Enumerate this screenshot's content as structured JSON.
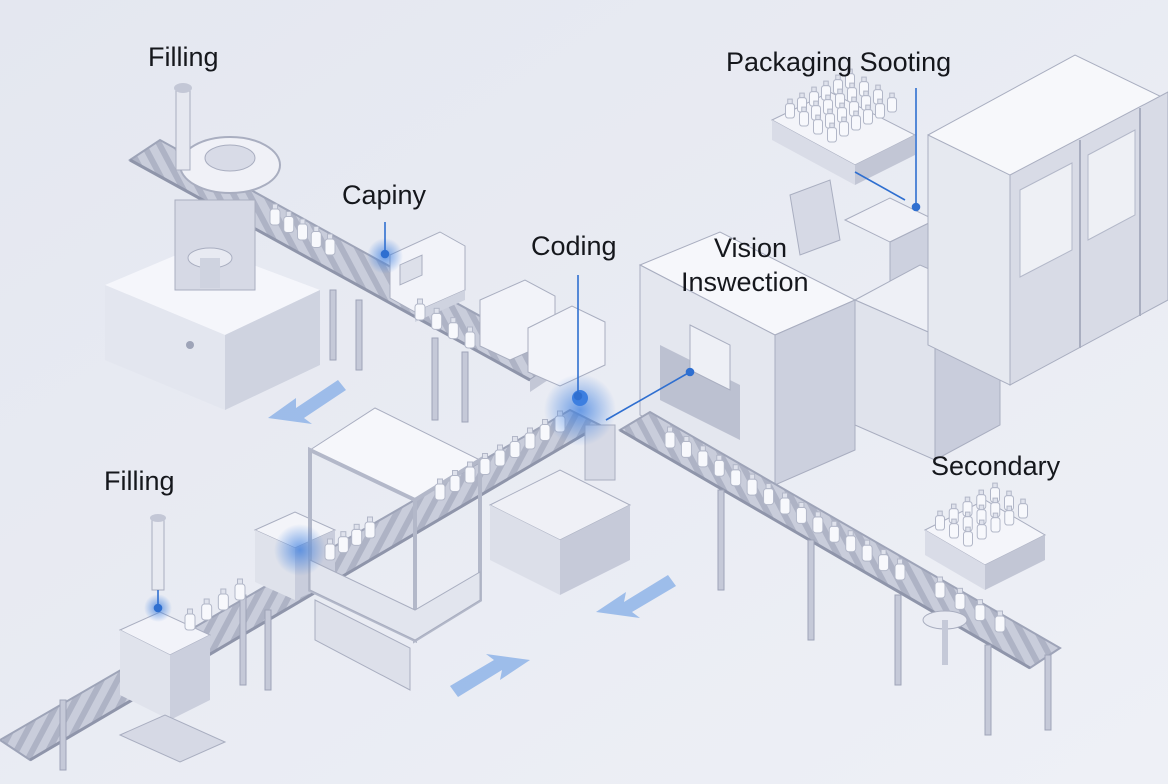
{
  "labels": {
    "filling_top": "Filling",
    "capping": "Capiny",
    "coding": "Coding",
    "vision_line1": "Vision",
    "vision_line2": "Inswection",
    "packaging": "Packaging Sooting",
    "filling_bottom": "Filling",
    "secondary": "Secondary"
  },
  "colors": {
    "background": "#e9ebf3",
    "machine_light": "#f4f5fa",
    "machine_mid": "#d9dce8",
    "machine_dark": "#b7bccd",
    "accent_blue": "#3d7fe0",
    "arrow_blue": "#8fb4e8",
    "label_text": "#15171c"
  },
  "icons": [
    "flow-arrow-icon",
    "glow-marker-icon",
    "bottle-icon"
  ]
}
